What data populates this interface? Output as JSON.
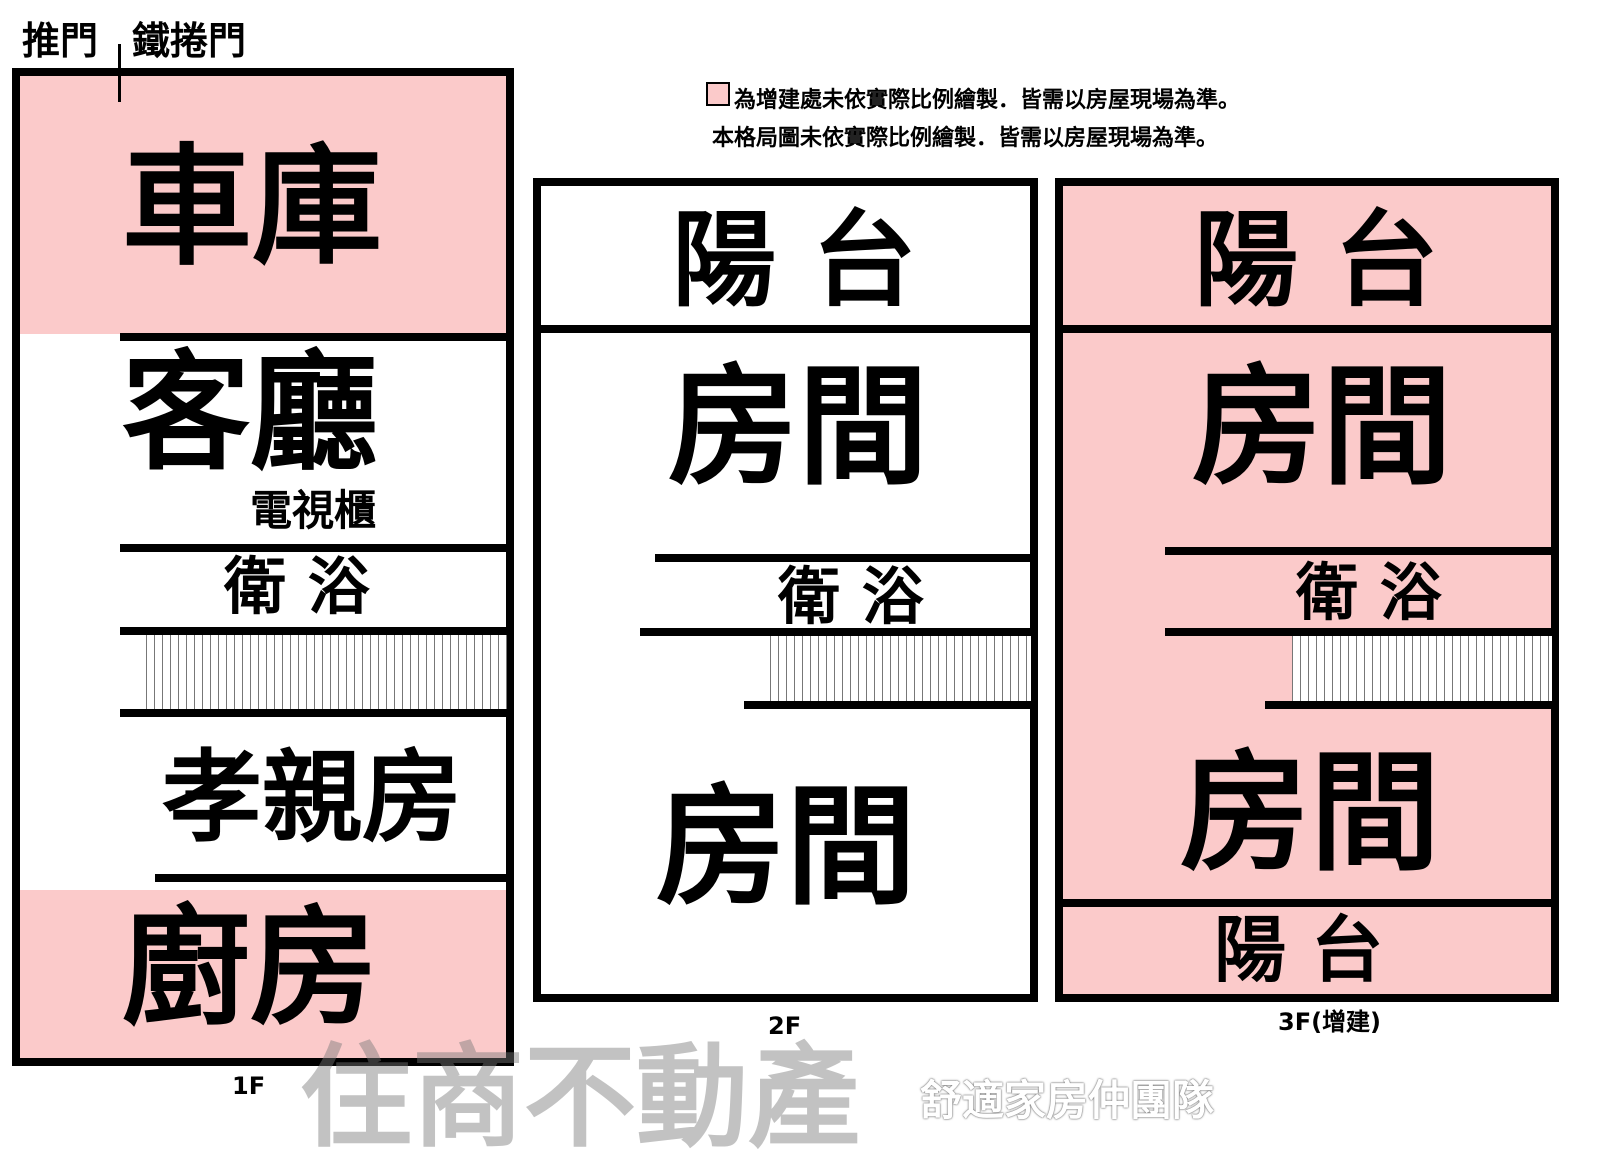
{
  "colors": {
    "addition_fill": "#fbcaca",
    "wall": "#000000"
  },
  "notes": {
    "line1": "為增建處未依實際比例繪製．皆需以房屋現場為準。",
    "line2": "本格局圖未依實際比例繪製．皆需以房屋現場為準。"
  },
  "door_labels": {
    "push_door": "推門",
    "rolling_door": "鐵捲門"
  },
  "floors": {
    "f1": {
      "label": "1F",
      "rooms": {
        "garage": "車庫",
        "living": "客廳",
        "tv_cabinet": "電視櫃",
        "bath": "衛 浴",
        "elder_room": "孝親房",
        "kitchen": "廚房"
      }
    },
    "f2": {
      "label": "2F",
      "rooms": {
        "balcony": "陽 台",
        "room1": "房間",
        "bath": "衛 浴",
        "room2": "房間"
      }
    },
    "f3": {
      "label": "3F(增建)",
      "rooms": {
        "balcony_front": "陽 台",
        "room1": "房間",
        "bath": "衛 浴",
        "room2": "房間",
        "balcony_back": "陽 台"
      }
    }
  },
  "watermark": {
    "brand": "住商不動產",
    "team": "舒適家房仲團隊"
  }
}
